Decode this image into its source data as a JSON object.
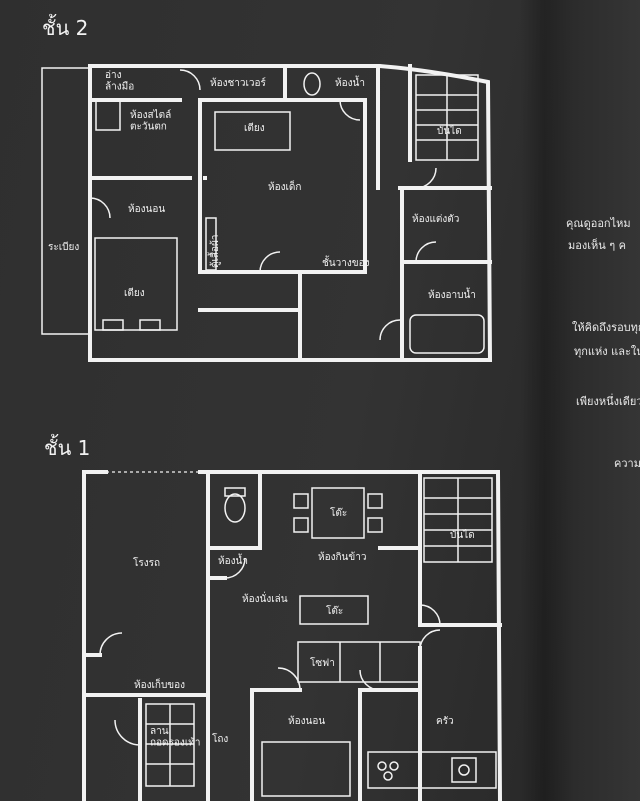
{
  "floor2": {
    "title": "ชั้น 2",
    "rooms": {
      "sink": "อ่าง\nล้างมือ",
      "powder": "ห้องสไตล์\nตะวันตก",
      "shower": "ห้องชาวเวอร์",
      "toilet": "ห้องน้ำ",
      "stairs": "บันได",
      "bed_small": "เตียง",
      "kids": "ห้องเด็ก",
      "closet": "ตู้เสื้อผ้า",
      "shoes": "ชั้นวางของ",
      "dressing": "ห้องแต่งตัว",
      "bedroom": "ห้องนอน",
      "balcony": "ระเบียง",
      "bed_big": "เตียง",
      "bath": "ห้องอาบน้ำ"
    }
  },
  "floor1": {
    "title": "ชั้น 1",
    "rooms": {
      "garage": "โรงรถ",
      "toilet": "ห้องน้ำ",
      "table": "โต๊ะ",
      "dining": "ห้องกินข้าว",
      "stairs": "บันได",
      "living": "ห้องนั่งเล่น",
      "table2": "โต๊ะ",
      "sofa": "โซฟา",
      "storage": "ห้องเก็บของ",
      "entry": "ลาน\nถอดรองเท้า",
      "hall": "โถง",
      "bedroom": "ห้องนอน",
      "kitchen": "ครัว"
    }
  },
  "sidetext": [
    "คุณดูออกไหม",
    "มองเห็น ๆ ค",
    "ให้คิดถึงรอบทุกมุม",
    "ทุกแห่ง และในใ",
    "เพียงหนึ่งเดียว",
    "ความ"
  ]
}
